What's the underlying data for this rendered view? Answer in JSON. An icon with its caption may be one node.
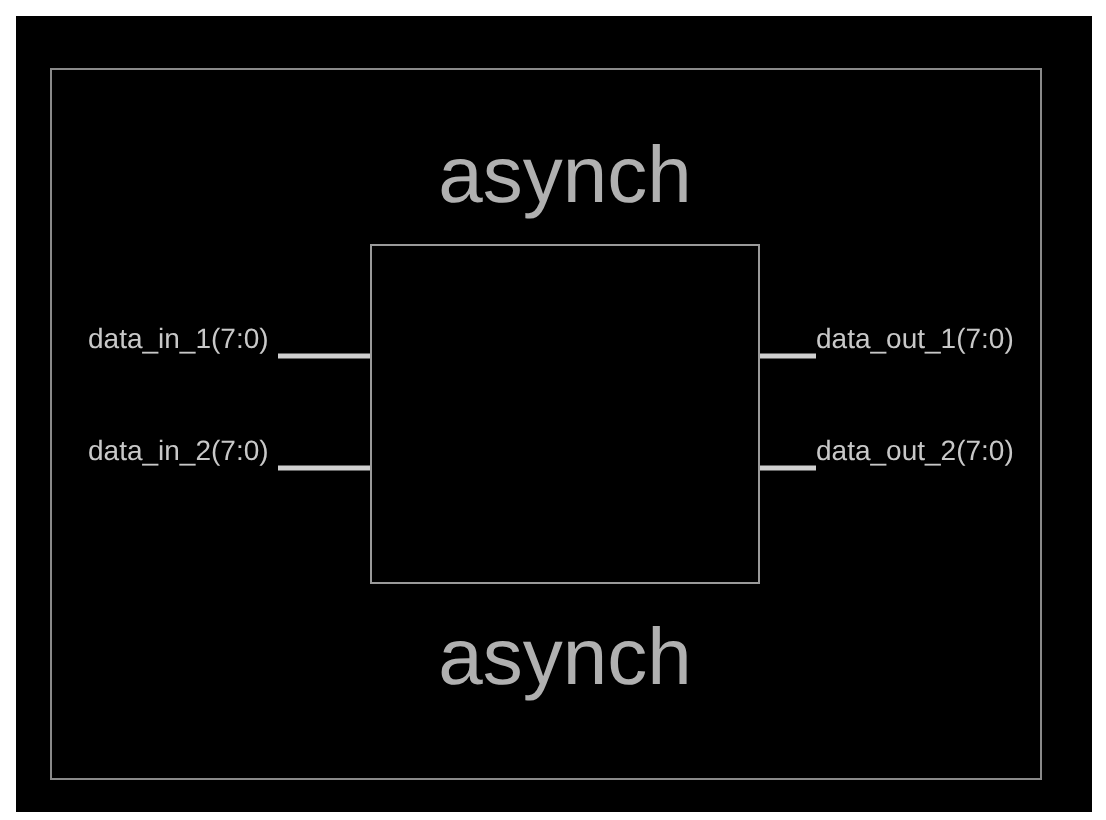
{
  "diagram": {
    "nodes": [
      {
        "text": [
          "asynch",
          "asynch"
        ]
      },
      {
        "text": [
          "data_in_1(7:0)"
        ]
      },
      {
        "text": [
          "data_in_2(7:0)"
        ]
      },
      {
        "text": [
          "data_out_1(7:0)"
        ]
      },
      {
        "text": [
          "data_out_2(7:0)"
        ]
      }
    ],
    "edges": [
      {
        "from": 1,
        "to": 0,
        "arrow": "none"
      },
      {
        "from": 2,
        "to": 0,
        "arrow": "none"
      },
      {
        "from": 0,
        "to": 3,
        "arrow": "none"
      },
      {
        "from": 0,
        "to": 4,
        "arrow": "none"
      }
    ]
  }
}
